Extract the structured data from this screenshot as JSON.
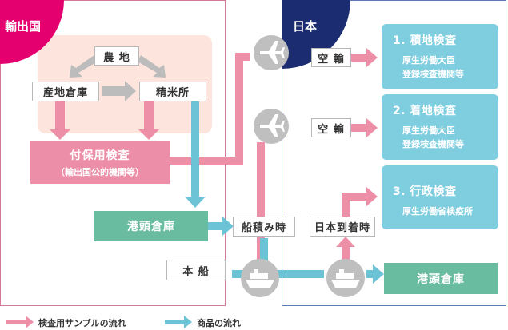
{
  "regions": {
    "export_country": "輸出国",
    "japan": "日本"
  },
  "nodes": {
    "farm": "農 地",
    "storage_at_origin": "産地倉庫",
    "rice_mill": "精米所",
    "certified_inspection": "付保用検査",
    "certified_inspection_sub": "（輸出国公的機関等）",
    "port_warehouse_export": "港頭倉庫",
    "loading_time": "船積み時",
    "ship": "本 船",
    "arrival_in_japan": "日本到着時",
    "port_warehouse_japan": "港頭倉庫",
    "air_1": "空 輸",
    "air_2": "空 輸"
  },
  "inspections": [
    {
      "title": "1. 積地検査",
      "lines": [
        "厚生労働大臣",
        "登録検査機関等"
      ]
    },
    {
      "title": "2. 着地検査",
      "lines": [
        "厚生労働大臣",
        "登録検査機関等"
      ]
    },
    {
      "title": "3. 行政検査",
      "lines": [
        "厚生労働省検疫所"
      ]
    }
  ],
  "legend": {
    "sample_flow": "検査用サンプルの流れ",
    "goods_flow": "商品の流れ"
  },
  "colors": {
    "pink_arrow": "#ee8fa8",
    "teal_arrow": "#6cc3d6",
    "gray_arrow": "#bcbcbc",
    "export_accent": "#e4006f",
    "japan_accent": "#1b2d70"
  }
}
